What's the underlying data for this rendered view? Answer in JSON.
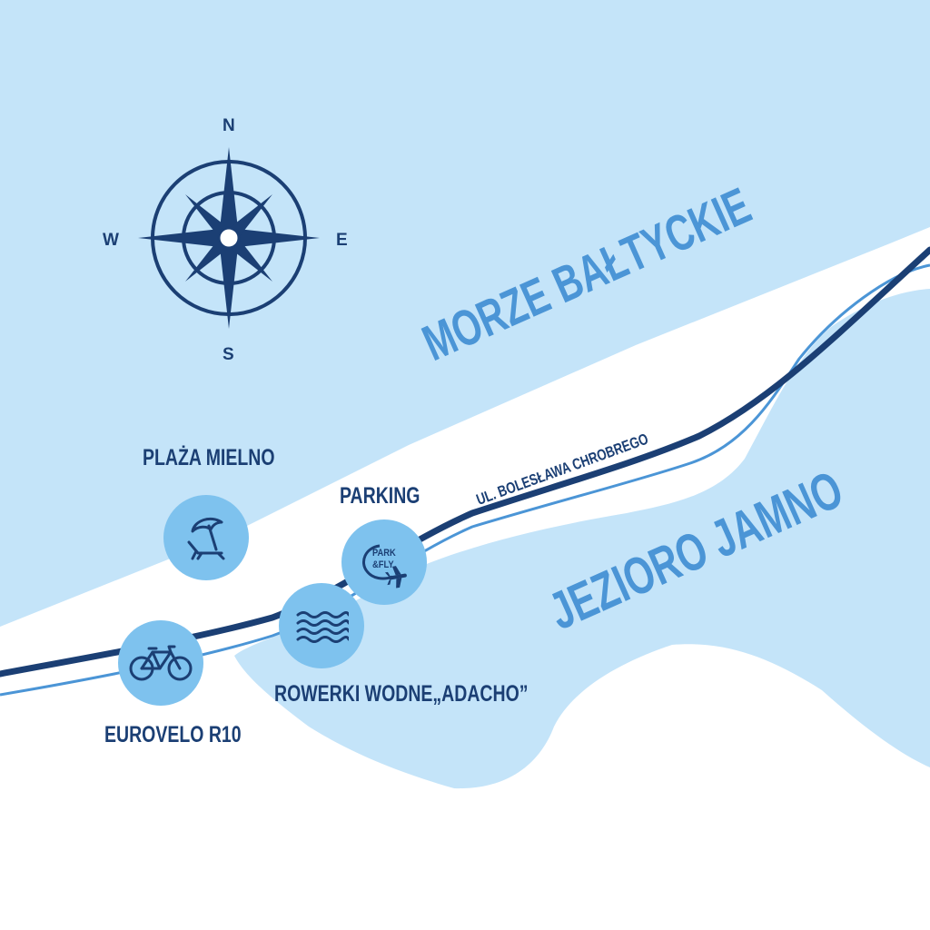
{
  "map": {
    "water_labels": {
      "sea": "MORZE BAŁTYCKIE",
      "lake": "JEZIORO JAMNO"
    },
    "road_label": "UL. BOLESŁAWA CHROBREGO",
    "compass": {
      "north": "N",
      "south": "S",
      "east": "E",
      "west": "W"
    },
    "pois": [
      {
        "id": "beach",
        "label": "PLAŻA MIELNO",
        "icon": "beach-umbrella-icon"
      },
      {
        "id": "parking",
        "label": "PARKING",
        "icon": "park-and-fly-icon",
        "icon_text_1": "PARK",
        "icon_text_2": "&FLY"
      },
      {
        "id": "waterbikes",
        "label": "ROWERKI WODNE„ADACHO”",
        "icon": "waves-icon"
      },
      {
        "id": "bike",
        "label": "EUROVELO R10",
        "icon": "bicycle-icon"
      }
    ],
    "colors": {
      "water": "#c4e4f9",
      "land": "#ffffff",
      "road": "#1b3f74",
      "bike_route": "#4b95d6",
      "poi_circle": "#7ec2ee",
      "label_dark": "#1b3f74",
      "label_water": "#4b95d6"
    }
  }
}
